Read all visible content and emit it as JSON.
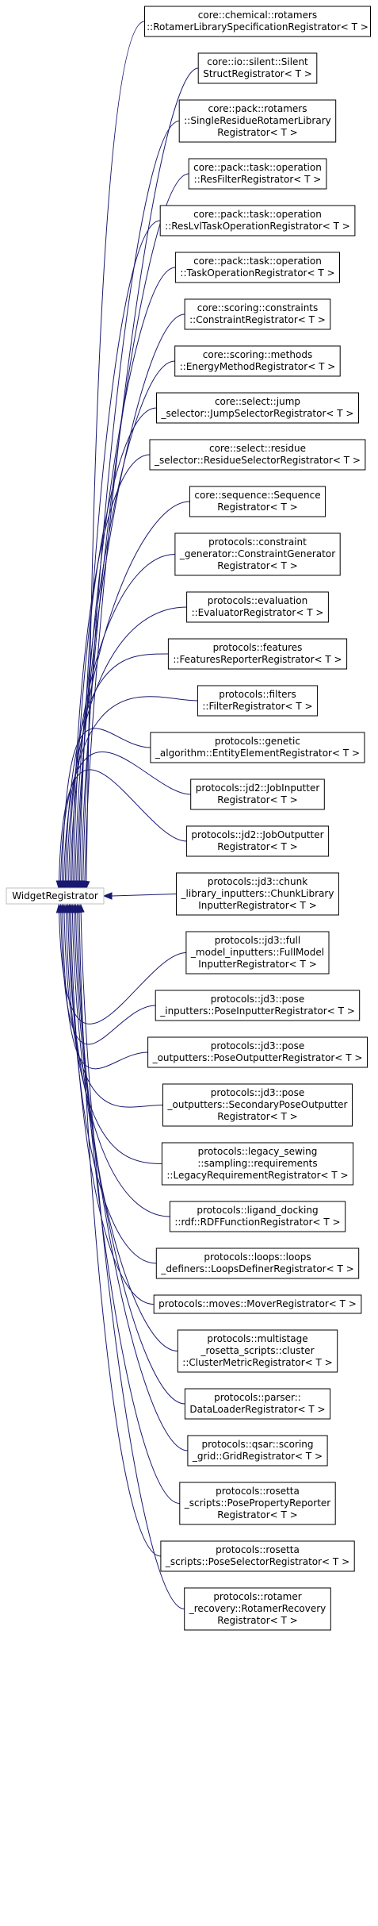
{
  "diagram": {
    "type": "inheritance-graph",
    "base_class": {
      "label": "WidgetRegistrator"
    },
    "edge_color": "#191970",
    "node_border_color": "#000000",
    "base_node_border_color": "#bfbfbf",
    "classes": [
      {
        "lines": [
          "core::chemical::rotamers",
          "::RotamerLibrarySpecificationRegistrator< T >"
        ]
      },
      {
        "lines": [
          "core::io::silent::Silent",
          "StructRegistrator< T >"
        ]
      },
      {
        "lines": [
          "core::pack::rotamers",
          "::SingleResidueRotamerLibrary",
          "Registrator< T >"
        ]
      },
      {
        "lines": [
          "core::pack::task::operation",
          "::ResFilterRegistrator< T >"
        ]
      },
      {
        "lines": [
          "core::pack::task::operation",
          "::ResLvlTaskOperationRegistrator< T >"
        ]
      },
      {
        "lines": [
          "core::pack::task::operation",
          "::TaskOperationRegistrator< T >"
        ]
      },
      {
        "lines": [
          "core::scoring::constraints",
          "::ConstraintRegistrator< T >"
        ]
      },
      {
        "lines": [
          "core::scoring::methods",
          "::EnergyMethodRegistrator< T >"
        ]
      },
      {
        "lines": [
          "core::select::jump",
          "_selector::JumpSelectorRegistrator< T >"
        ]
      },
      {
        "lines": [
          "core::select::residue",
          "_selector::ResidueSelectorRegistrator< T >"
        ]
      },
      {
        "lines": [
          "core::sequence::Sequence",
          "Registrator< T >"
        ]
      },
      {
        "lines": [
          "protocols::constraint",
          "_generator::ConstraintGenerator",
          "Registrator< T >"
        ]
      },
      {
        "lines": [
          "protocols::evaluation",
          "::EvaluatorRegistrator< T >"
        ]
      },
      {
        "lines": [
          "protocols::features",
          "::FeaturesReporterRegistrator< T >"
        ]
      },
      {
        "lines": [
          "protocols::filters",
          "::FilterRegistrator< T >"
        ]
      },
      {
        "lines": [
          "protocols::genetic",
          "_algorithm::EntityElementRegistrator< T >"
        ]
      },
      {
        "lines": [
          "protocols::jd2::JobInputter",
          "Registrator< T >"
        ]
      },
      {
        "lines": [
          "protocols::jd2::JobOutputter",
          "Registrator< T >"
        ]
      },
      {
        "lines": [
          "protocols::jd3::chunk",
          "_library_inputters::ChunkLibrary",
          "InputterRegistrator< T >"
        ]
      },
      {
        "lines": [
          "protocols::jd3::full",
          "_model_inputters::FullModel",
          "InputterRegistrator< T >"
        ]
      },
      {
        "lines": [
          "protocols::jd3::pose",
          "_inputters::PoseInputterRegistrator< T >"
        ]
      },
      {
        "lines": [
          "protocols::jd3::pose",
          "_outputters::PoseOutputterRegistrator< T >"
        ]
      },
      {
        "lines": [
          "protocols::jd3::pose",
          "_outputters::SecondaryPoseOutputter",
          "Registrator< T >"
        ]
      },
      {
        "lines": [
          "protocols::legacy_sewing",
          "::sampling::requirements",
          "::LegacyRequirementRegistrator< T >"
        ]
      },
      {
        "lines": [
          "protocols::ligand_docking",
          "::rdf::RDFFunctionRegistrator< T >"
        ]
      },
      {
        "lines": [
          "protocols::loops::loops",
          "_definers::LoopsDefinerRegistrator< T >"
        ]
      },
      {
        "lines": [
          "protocols::moves::MoverRegistrator< T >"
        ]
      },
      {
        "lines": [
          "protocols::multistage",
          "_rosetta_scripts::cluster",
          "::ClusterMetricRegistrator< T >"
        ]
      },
      {
        "lines": [
          "protocols::parser::",
          "DataLoaderRegistrator< T >"
        ]
      },
      {
        "lines": [
          "protocols::qsar::scoring",
          "_grid::GridRegistrator< T >"
        ]
      },
      {
        "lines": [
          "protocols::rosetta",
          "_scripts::PosePropertyReporter",
          "Registrator< T >"
        ]
      },
      {
        "lines": [
          "protocols::rosetta",
          "_scripts::PoseSelectorRegistrator< T >"
        ]
      },
      {
        "lines": [
          "protocols::rotamer",
          "_recovery::RotamerRecovery",
          "Registrator< T >"
        ]
      }
    ]
  }
}
